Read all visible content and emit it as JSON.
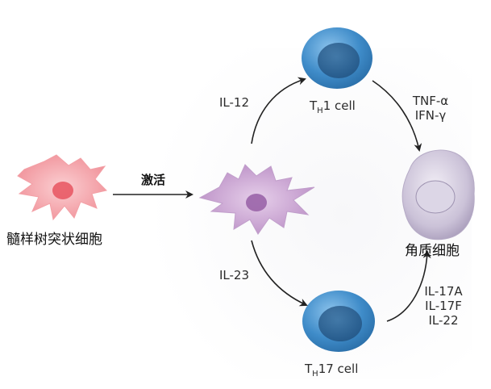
{
  "cells": {
    "dendritic": {
      "label": "髓样树突状细胞"
    },
    "th1": {
      "label_t": "T",
      "label_sub": "H",
      "label_rest": "1 cell"
    },
    "th17": {
      "label_t": "T",
      "label_sub": "H",
      "label_rest": "17 cell"
    },
    "keratinocyte": {
      "label": "角质细胞"
    }
  },
  "arrows": {
    "activation": {
      "label": "激活"
    },
    "to_th1": {
      "label": "IL-12"
    },
    "to_th17": {
      "label": "IL-23"
    },
    "th1_to_keratinocyte": {
      "labels": [
        "TNF-α",
        "IFN-γ"
      ]
    },
    "th17_to_keratinocyte": {
      "labels": [
        "IL-17A",
        "IL-17F",
        "IL-22"
      ]
    }
  },
  "colors": {
    "background_panel": "#f4f4f6",
    "dendritic_fill": "#f6a7ac",
    "activated_fill": "#c9a3d0",
    "t_cell_fill": "#4a90c8",
    "keratinocyte_fill": "#cfc7da",
    "arrow": "#222222"
  }
}
